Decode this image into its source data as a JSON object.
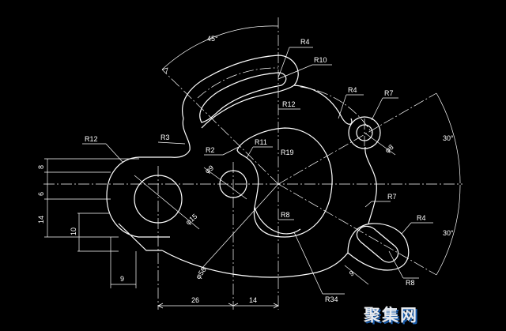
{
  "drawing": {
    "background": "#000000",
    "line_color": "#ffffff",
    "labels": {
      "angle_top": "45°",
      "angle_right_upper": "30°",
      "angle_right_lower": "30°",
      "r4_top": "R4",
      "r10": "R10",
      "r12_inner": "R12",
      "r4_right": "R4",
      "r7_top": "R7",
      "phi8_right": "φ8",
      "r3": "R3",
      "r2": "R2",
      "r11": "R11",
      "r19": "R19",
      "r12_left": "R12",
      "phi9": "φ9",
      "phi15": "φ15",
      "r7_mid": "R7",
      "r8_center": "R8",
      "r4_lower": "R4",
      "r8_lower": "R8",
      "slot_9": "9",
      "r34": "R34",
      "phi58": "φ58",
      "dim_8": "8",
      "dim_6": "6",
      "dim_14": "14",
      "dim_10": "10",
      "dim_9": "9",
      "dim_26": "26",
      "dim_14_bottom": "14"
    },
    "watermark": {
      "text": "聚集网",
      "color": "#e9ecf0",
      "shadow_color": "#1b5fb0"
    }
  }
}
